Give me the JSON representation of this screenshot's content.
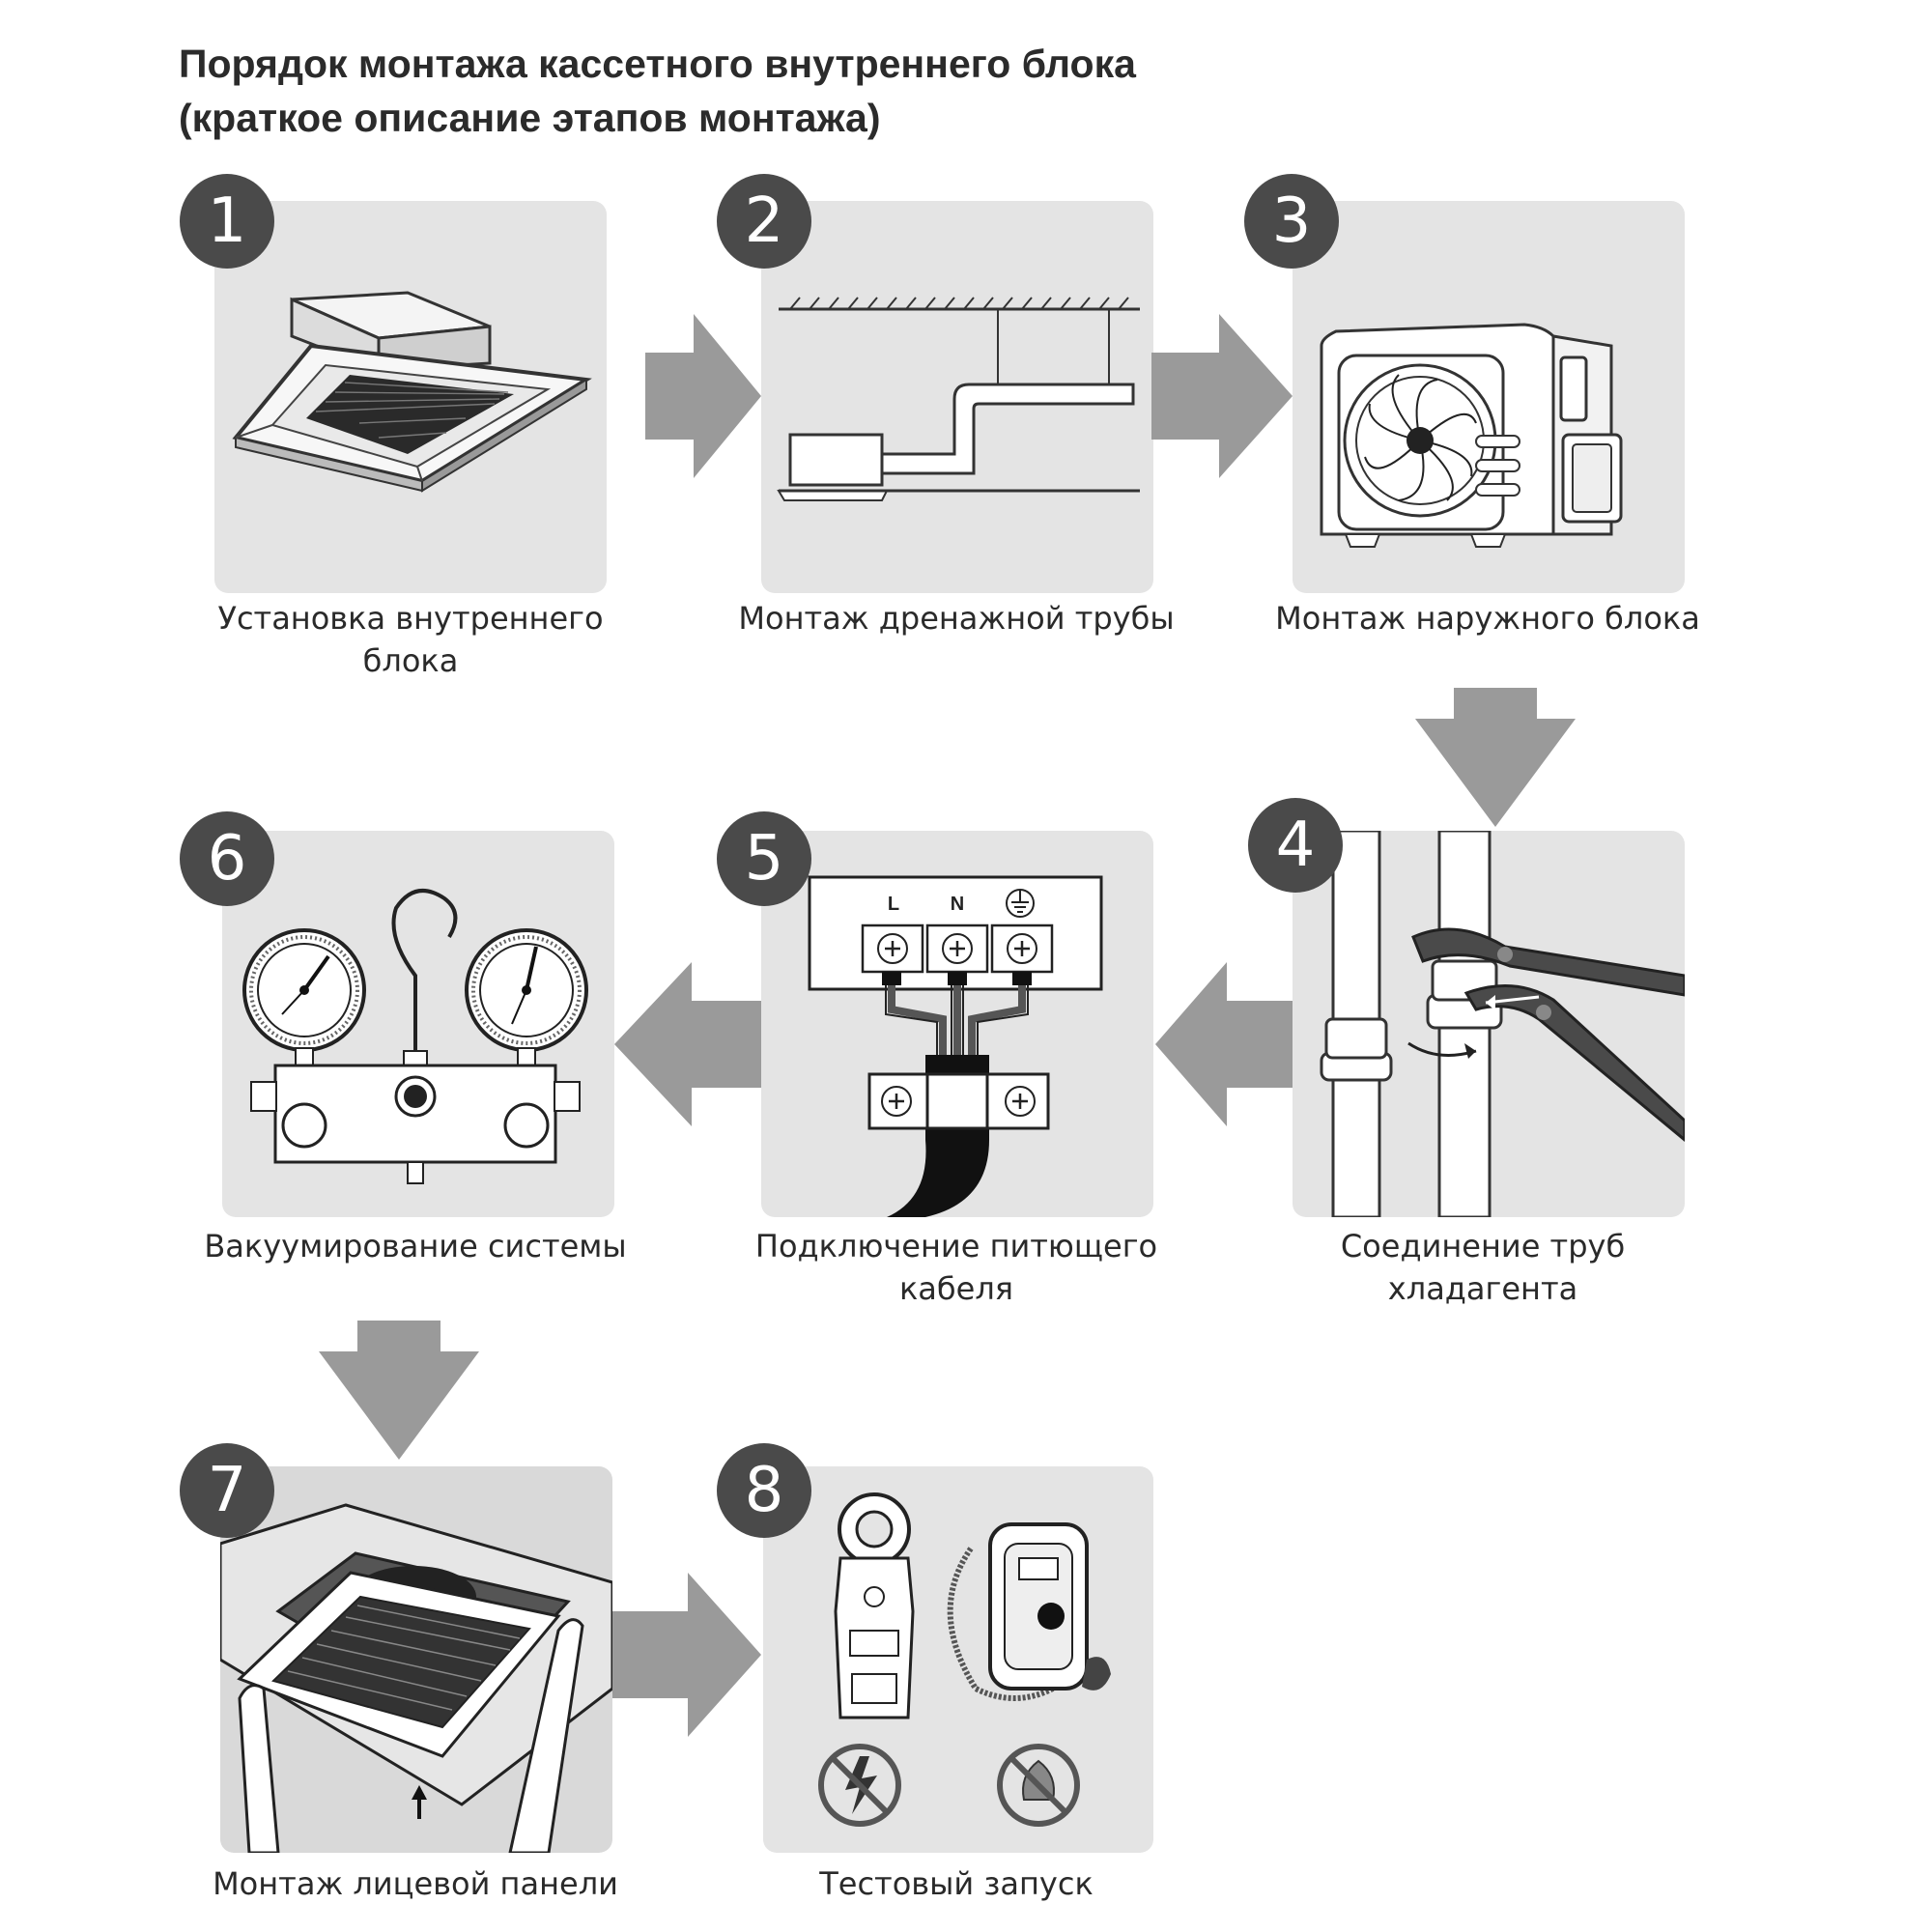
{
  "title": {
    "line1": "Порядок монтажа кассетного внутреннего блока",
    "line2": "(краткое описание этапов монтажа)"
  },
  "steps": [
    {
      "number": "1",
      "caption_lines": [
        "Установка внутреннего",
        "блока"
      ],
      "icon": "cassette-unit-icon"
    },
    {
      "number": "2",
      "caption_lines": [
        "Монтаж дренажной трубы"
      ],
      "icon": "drain-pipe-icon"
    },
    {
      "number": "3",
      "caption_lines": [
        "Монтаж наружного блока"
      ],
      "icon": "outdoor-unit-icon"
    },
    {
      "number": "4",
      "caption_lines": [
        "Соединение труб хладагента"
      ],
      "icon": "pipe-wrench-icon"
    },
    {
      "number": "5",
      "caption_lines": [
        "Подключение питющего",
        "кабеля"
      ],
      "icon": "terminal-block-icon",
      "terminal_labels": [
        "L",
        "N"
      ]
    },
    {
      "number": "6",
      "caption_lines": [
        "Вакуумирование системы"
      ],
      "icon": "manifold-gauge-icon"
    },
    {
      "number": "7",
      "caption_lines": [
        "Монтаж лицевой панели"
      ],
      "icon": "face-panel-icon"
    },
    {
      "number": "8",
      "caption_lines": [
        "Тестовый запуск"
      ],
      "icon": "test-tools-icon"
    }
  ],
  "colors": {
    "panel": "#e4e4e4",
    "badge": "#4a4a4a",
    "arrow": "#9a9a9a",
    "text": "#2a2a2a"
  }
}
